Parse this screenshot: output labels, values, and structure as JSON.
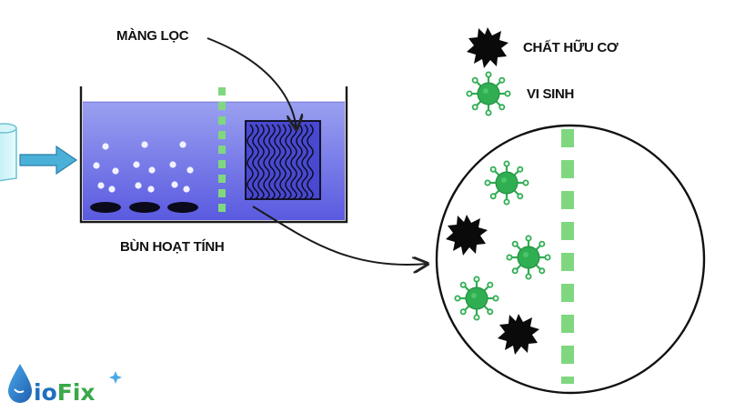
{
  "labels": {
    "membrane": "MÀNG LỌC",
    "sludge": "BÙN HOẠT TÍNH",
    "organic": "CHẤT HỮU CƠ",
    "microbe": "VI SINH"
  },
  "logo": {
    "text": "ioFix"
  },
  "colors": {
    "water": "#6e6ee6",
    "microbe": "#2fae52",
    "organic": "#0a0a0a",
    "membrane_dash": "#7fd87f",
    "inlet_arrow": "#4ab0d8"
  },
  "icons": [
    "droplet-icon",
    "sparkle-icon",
    "organic-matter-icon",
    "microbe-icon"
  ]
}
